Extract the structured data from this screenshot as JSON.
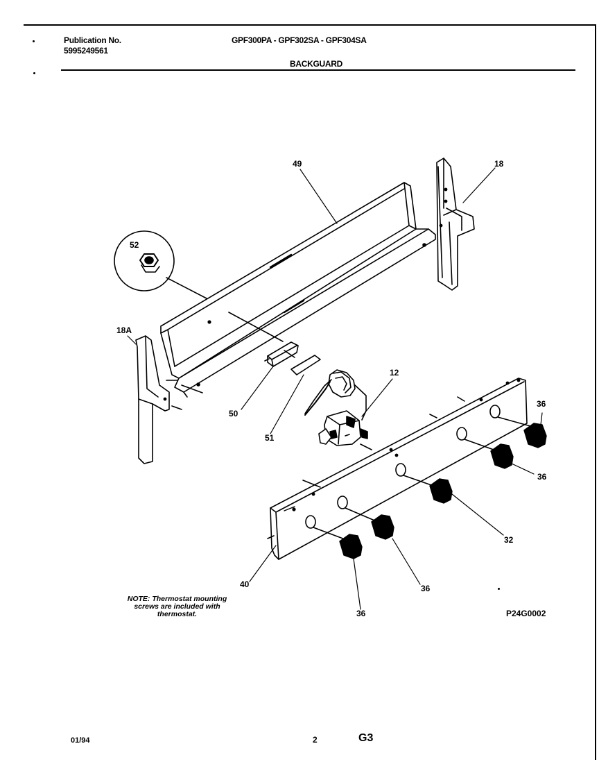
{
  "header": {
    "publication_label": "Publication No.",
    "publication_number": "5995249561",
    "models": "GPF300PA - GPF302SA - GPF304SA",
    "section": "BACKGUARD"
  },
  "callouts": {
    "c49": "49",
    "c18": "18",
    "c52": "52",
    "c18a": "18A",
    "c12": "12",
    "c50": "50",
    "c51": "51",
    "c36a": "36",
    "c36b": "36",
    "c32": "32",
    "c36c": "36",
    "c36d": "36",
    "c40": "40"
  },
  "note": "NOTE: Thermostat mounting screws are included with thermostat.",
  "drawing_code": "P24G0002",
  "footer": {
    "date": "01/94",
    "page": "2",
    "code": "G3"
  }
}
